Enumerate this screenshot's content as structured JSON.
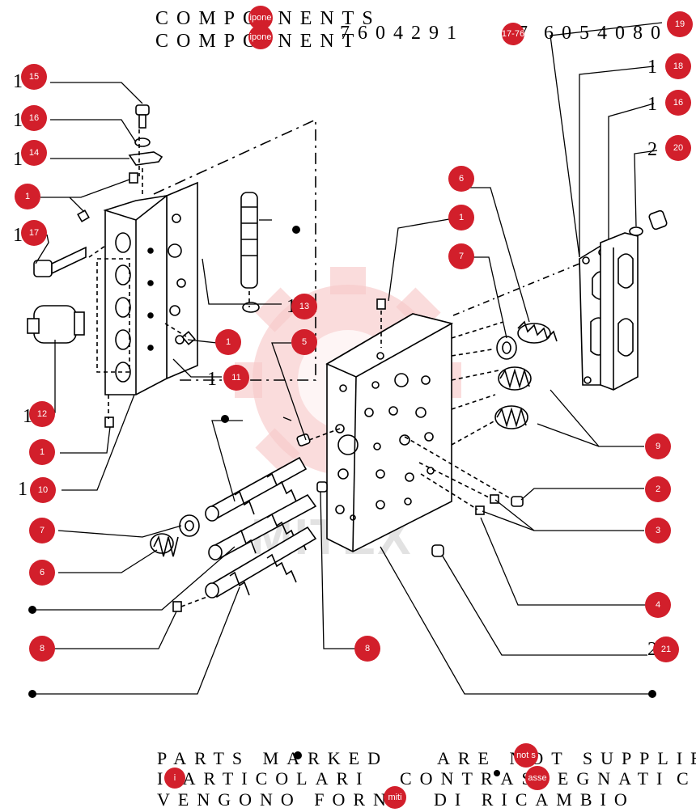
{
  "header": {
    "line1": "COMPO NENTS",
    "line2": "COMPO NENT",
    "code_digits": "7604291",
    "code_suffix": "7",
    "code_end": "6054080",
    "badge_19": "19",
    "badge_top1": "ipone",
    "badge_top2": "ipone",
    "badge_ref": "17-76"
  },
  "left_numbers": {
    "n15": "1",
    "n16": "1",
    "n14": "1",
    "n17": "1",
    "n10": "1",
    "n12": "1",
    "n11": "1",
    "n13": "1"
  },
  "right_numbers": {
    "n18": "1",
    "n16b": "1",
    "n20": "2",
    "n21": "2"
  },
  "callouts": [
    {
      "id": "c15",
      "text": "15"
    },
    {
      "id": "c16",
      "text": "16"
    },
    {
      "id": "c14",
      "text": "14"
    },
    {
      "id": "c1a",
      "text": "1"
    },
    {
      "id": "c17",
      "text": "17"
    },
    {
      "id": "c12",
      "text": "12"
    },
    {
      "id": "c1b",
      "text": "1"
    },
    {
      "id": "c10",
      "text": "10"
    },
    {
      "id": "c11",
      "text": "11"
    },
    {
      "id": "c1c",
      "text": "1"
    },
    {
      "id": "c13",
      "text": "13"
    },
    {
      "id": "c5",
      "text": "5"
    },
    {
      "id": "c6a",
      "text": "6"
    },
    {
      "id": "c1d",
      "text": "1"
    },
    {
      "id": "c7a",
      "text": "7"
    },
    {
      "id": "c18",
      "text": "18"
    },
    {
      "id": "c16b",
      "text": "16"
    },
    {
      "id": "c20",
      "text": "20"
    },
    {
      "id": "c9",
      "text": "9"
    },
    {
      "id": "c2",
      "text": "2"
    },
    {
      "id": "c3",
      "text": "3"
    },
    {
      "id": "c4",
      "text": "4"
    },
    {
      "id": "c21",
      "text": "21"
    },
    {
      "id": "c7b",
      "text": "7"
    },
    {
      "id": "c6b",
      "text": "6"
    },
    {
      "id": "c8a",
      "text": "8"
    },
    {
      "id": "c8b",
      "text": "8"
    },
    {
      "id": "c19",
      "text": "19"
    }
  ],
  "footer": {
    "line1a": "PARTS MARKED",
    "line1b": "ARE NOT SUPPLIE",
    "line2a": "I ARTICOLARI",
    "line2b": "CONTRASSEGNATI",
    "line2c": "C",
    "line3a": "VENGONO FORNI",
    "line3b": "DI RICAMBIO",
    "badge_i": "i",
    "badge_not": "not s",
    "badge_asse": "asse",
    "badge_miti": "miti"
  },
  "watermark": {
    "text": "MITEX",
    "color": "#dddddd",
    "gear_color": "#f7c9c9"
  },
  "colors": {
    "callout": "#d21f2b",
    "ink": "#000000"
  }
}
